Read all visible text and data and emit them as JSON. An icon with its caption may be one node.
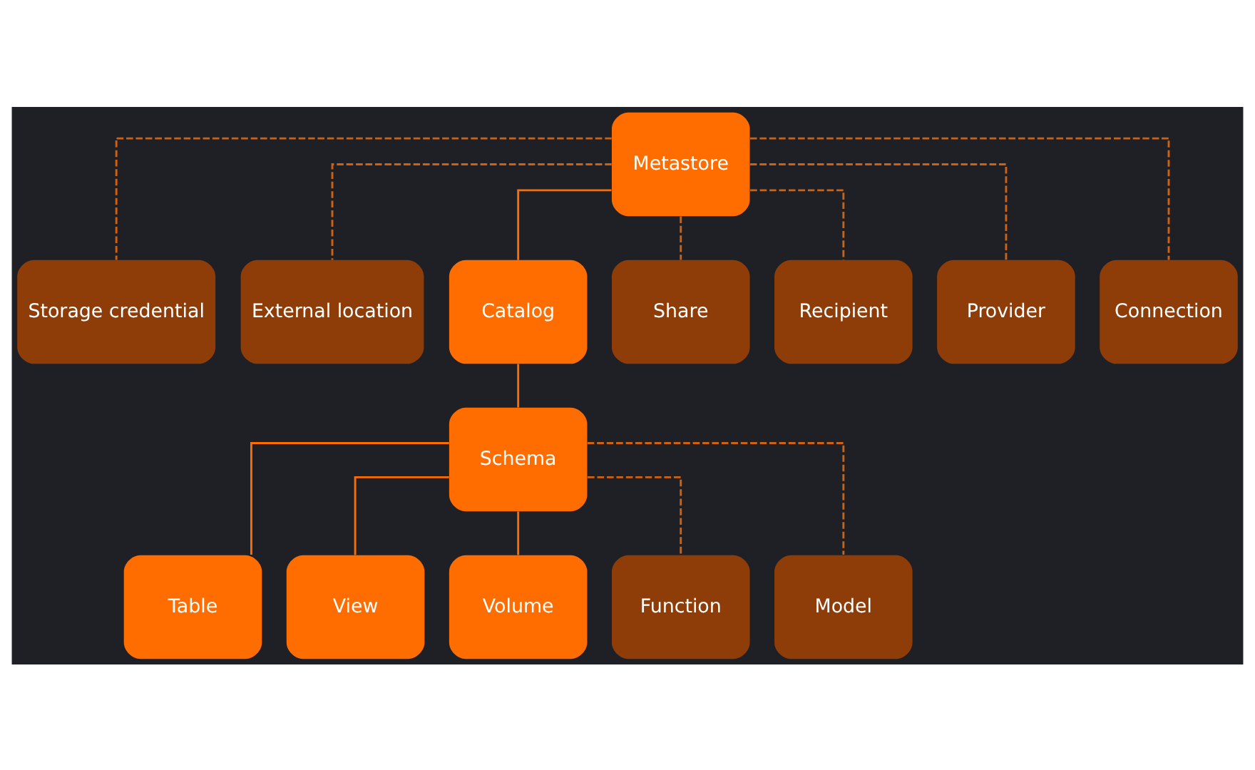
{
  "diagram": {
    "nodes": [
      {
        "text": [
          "Metastore"
        ]
      },
      {
        "text": [
          "Storage credential"
        ]
      },
      {
        "text": [
          "External location"
        ]
      },
      {
        "text": [
          "Catalog"
        ]
      },
      {
        "text": [
          "Share"
        ]
      },
      {
        "text": [
          "Recipient"
        ]
      },
      {
        "text": [
          "Provider"
        ]
      },
      {
        "text": [
          "Connection"
        ]
      },
      {
        "text": [
          "Schema"
        ]
      },
      {
        "text": [
          "Table"
        ]
      },
      {
        "text": [
          "View"
        ]
      },
      {
        "text": [
          "Volume"
        ]
      },
      {
        "text": [
          "Function"
        ]
      },
      {
        "text": [
          "Model"
        ]
      }
    ],
    "edges": [
      {
        "from": 0,
        "to": 1,
        "arrow": "none",
        "style": "dashed"
      },
      {
        "from": 0,
        "to": 2,
        "arrow": "none",
        "style": "dashed"
      },
      {
        "from": 0,
        "to": 3,
        "arrow": "none"
      },
      {
        "from": 0,
        "to": 4,
        "arrow": "none",
        "style": "dashed"
      },
      {
        "from": 0,
        "to": 5,
        "arrow": "none",
        "style": "dashed"
      },
      {
        "from": 0,
        "to": 6,
        "arrow": "none",
        "style": "dashed"
      },
      {
        "from": 0,
        "to": 7,
        "arrow": "none",
        "style": "dashed"
      },
      {
        "from": 3,
        "to": 8,
        "arrow": "none"
      },
      {
        "from": 8,
        "to": 9,
        "arrow": "none"
      },
      {
        "from": 8,
        "to": 10,
        "arrow": "none"
      },
      {
        "from": 8,
        "to": 11,
        "arrow": "none"
      },
      {
        "from": 8,
        "to": 12,
        "arrow": "none",
        "style": "dashed"
      },
      {
        "from": 8,
        "to": 13,
        "arrow": "none",
        "style": "dashed"
      }
    ]
  }
}
